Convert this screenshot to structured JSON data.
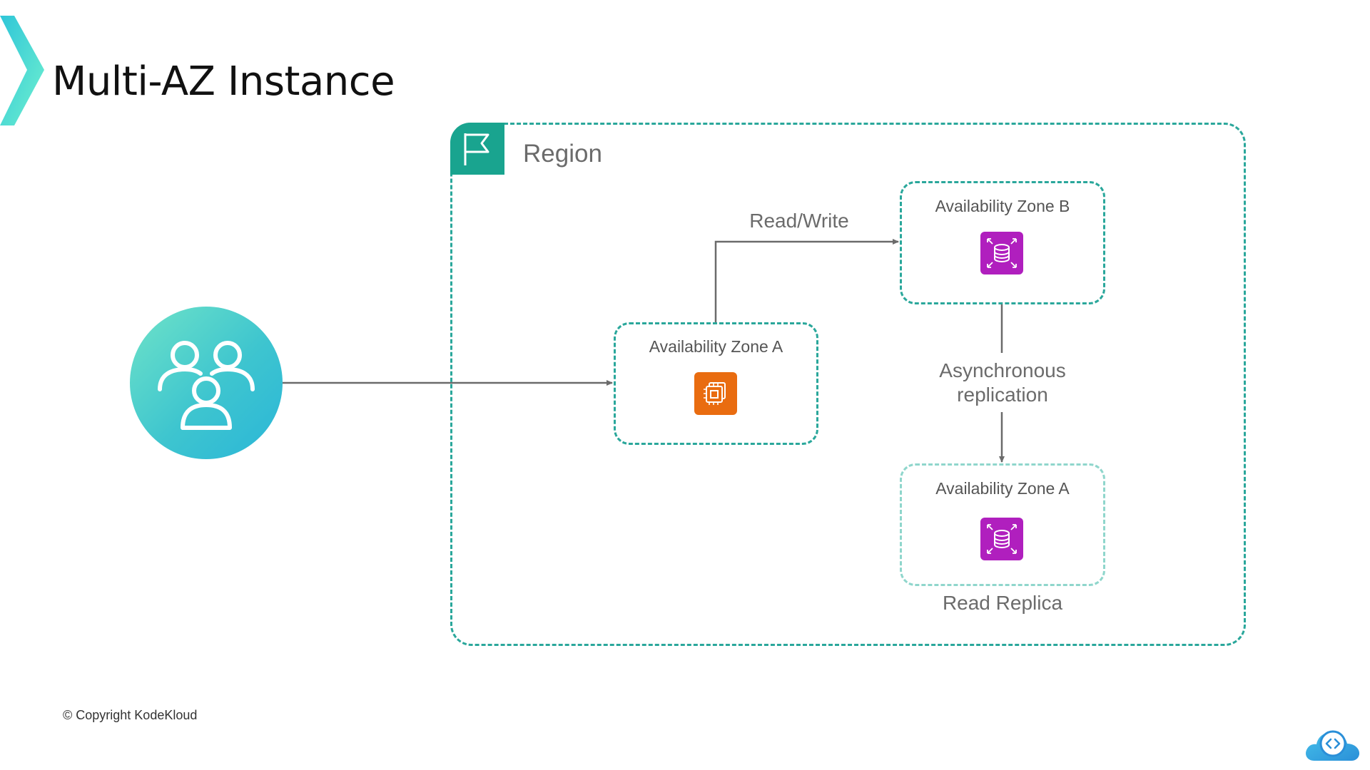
{
  "slide": {
    "title": "Multi-AZ Instance",
    "copyright": "© Copyright KodeKloud"
  },
  "diagram": {
    "region_label": "Region",
    "zones": {
      "primary": {
        "label": "Availability Zone A",
        "icon": "compute-instance-icon"
      },
      "standby": {
        "label": "Availability Zone B",
        "icon": "database-icon"
      },
      "replica": {
        "label": "Availability Zone A",
        "icon": "database-icon",
        "caption": "Read Replica"
      }
    },
    "edges": {
      "read_write": "Read/Write",
      "async_line1": "Asynchronous",
      "async_line2": "replication"
    },
    "users_icon": "users-group-icon"
  },
  "colors": {
    "teal_border": "#2aa79b",
    "region_flag": "#19a48f",
    "compute_orange": "#e96c10",
    "database_magenta": "#b01fbe",
    "text_gray": "#6b6b6b"
  }
}
